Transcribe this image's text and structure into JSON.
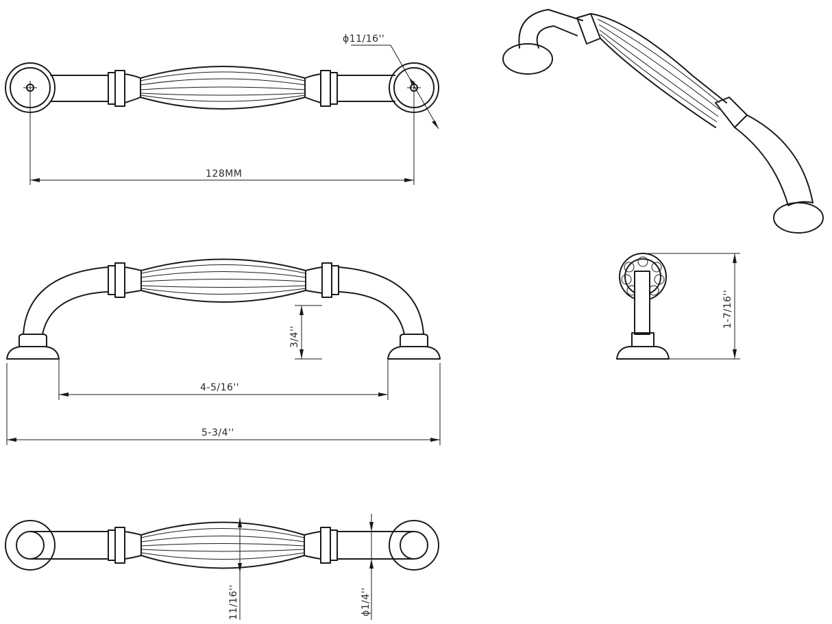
{
  "dimensions": {
    "hole_diameter": "ϕ11/16''",
    "center_to_center_mm": "128MM",
    "clearance": "3/4''",
    "center_to_center_in": "4-5/16''",
    "overall_length": "5-3/4''",
    "projection": "1-7/16''",
    "grip_diameter": "11/16''",
    "bar_diameter": "ϕ1/4''"
  }
}
